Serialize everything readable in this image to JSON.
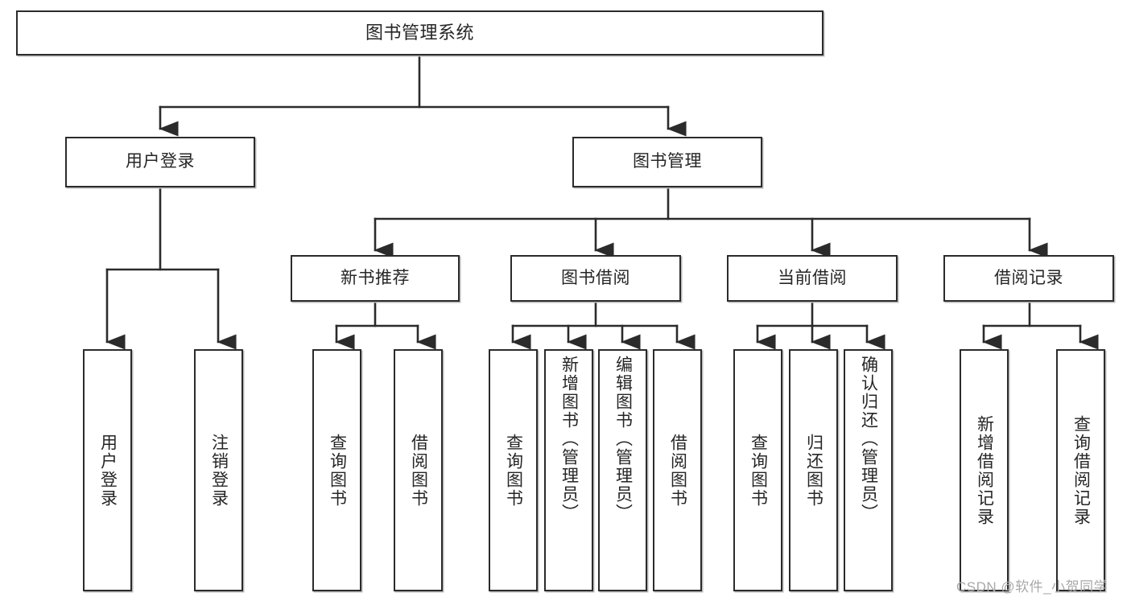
{
  "diagram": {
    "title": "图书管理系统",
    "type": "hierarchy-tree",
    "root": {
      "id": "root",
      "label": "图书管理系统"
    },
    "level1": [
      {
        "id": "user-login",
        "label": "用户登录"
      },
      {
        "id": "book-manage",
        "label": "图书管理"
      }
    ],
    "level2": [
      {
        "id": "new-book-rec",
        "label": "新书推荐",
        "parent": "book-manage"
      },
      {
        "id": "book-borrow",
        "label": "图书借阅",
        "parent": "book-manage"
      },
      {
        "id": "current-borrow",
        "label": "当前借阅",
        "parent": "book-manage"
      },
      {
        "id": "borrow-record",
        "label": "借阅记录",
        "parent": "book-manage"
      }
    ],
    "leaves": [
      {
        "id": "leaf-user-login",
        "label": "用户登录",
        "parent": "user-login"
      },
      {
        "id": "leaf-logout",
        "label": "注销登录",
        "parent": "user-login"
      },
      {
        "id": "leaf-query-book-1",
        "label": "查询图书",
        "parent": "new-book-rec"
      },
      {
        "id": "leaf-borrow-book-1",
        "label": "借阅图书",
        "parent": "new-book-rec"
      },
      {
        "id": "leaf-query-book-2",
        "label": "查询图书",
        "parent": "book-borrow"
      },
      {
        "id": "leaf-add-book",
        "label": "新增图书（管理员）",
        "parent": "book-borrow"
      },
      {
        "id": "leaf-edit-book",
        "label": "编辑图书（管理员）",
        "parent": "book-borrow"
      },
      {
        "id": "leaf-borrow-book-2",
        "label": "借阅图书",
        "parent": "book-borrow"
      },
      {
        "id": "leaf-query-book-3",
        "label": "查询图书",
        "parent": "current-borrow"
      },
      {
        "id": "leaf-return-book",
        "label": "归还图书",
        "parent": "current-borrow"
      },
      {
        "id": "leaf-confirm-return",
        "label": "确认归还（管理员）",
        "parent": "current-borrow"
      },
      {
        "id": "leaf-add-record",
        "label": "新增借阅记录",
        "parent": "borrow-record"
      },
      {
        "id": "leaf-query-record",
        "label": "查询借阅记录",
        "parent": "borrow-record"
      }
    ]
  },
  "watermark": {
    "text": "CSDN @软件_小贺同学"
  },
  "colors": {
    "border": "#2b2b2b",
    "text": "#262626",
    "background": "#ffffff",
    "watermark": "#a8a8a8"
  }
}
